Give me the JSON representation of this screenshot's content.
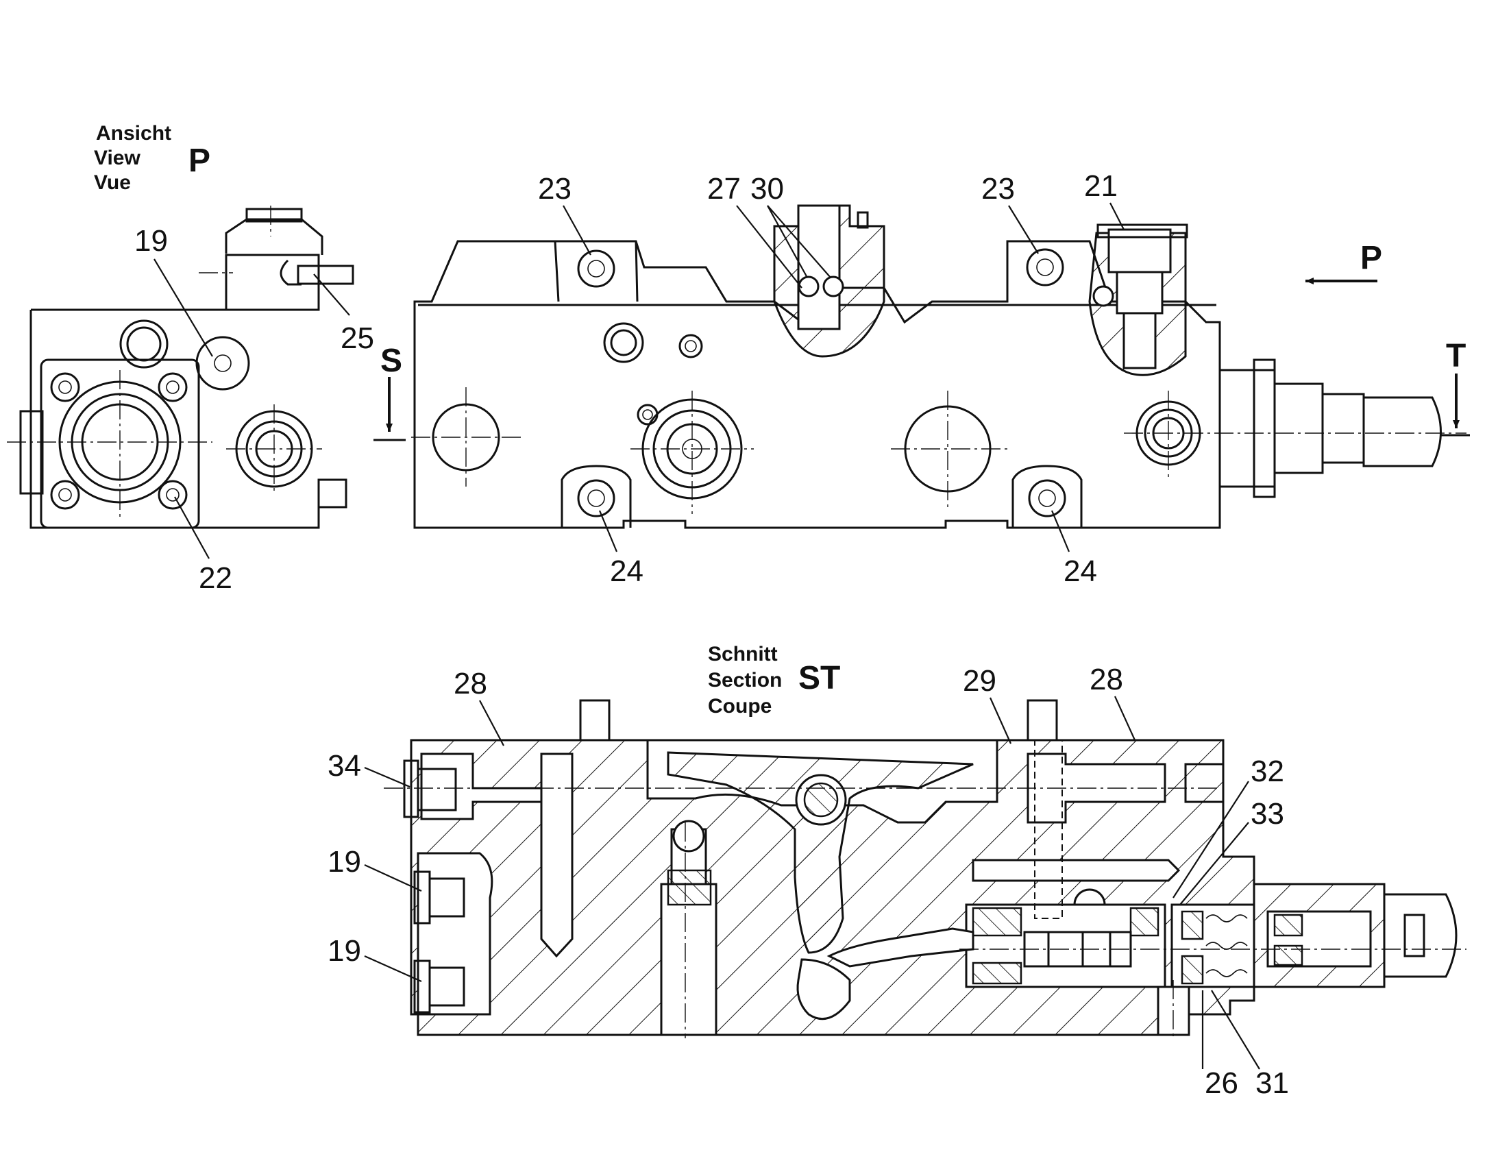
{
  "view_p": {
    "caption_lines": [
      "Ansicht",
      "View",
      "Vue"
    ],
    "letter": "P"
  },
  "section_st": {
    "caption_lines": [
      "Schnitt",
      "Section",
      "Coupe"
    ],
    "letter": "ST"
  },
  "markers": {
    "p": "P",
    "s": "S",
    "t": "T"
  },
  "callouts": {
    "c19_top": "19",
    "c25": "25",
    "c22": "22",
    "c23_left": "23",
    "c27": "27",
    "c30": "30",
    "c23_right": "23",
    "c21": "21",
    "c24_left": "24",
    "c24_right": "24",
    "c28_left": "28",
    "c29": "29",
    "c28_right": "28",
    "c34": "34",
    "c19_mid": "19",
    "c19_low": "19",
    "c32": "32",
    "c33": "33",
    "c26": "26",
    "c31": "31"
  }
}
